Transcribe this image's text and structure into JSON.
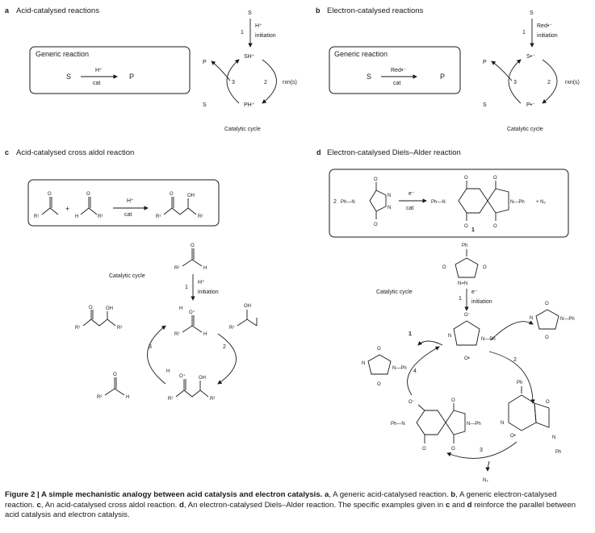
{
  "panels": {
    "a": {
      "letter": "a",
      "title": "Acid-catalysed reactions",
      "box_title": "Generic reaction",
      "reactant": "S",
      "product": "P",
      "reagent_above": "H⁺",
      "reagent_below": "cat",
      "cycle": {
        "start": "S",
        "step1_number": "1",
        "step1_reagent": "H⁺",
        "step1_label": "initiation",
        "top_species": "SH⁺",
        "bottom_species": "PH⁺",
        "out_product": "P",
        "in_substrate": "S",
        "step2_number": "2",
        "step2_label": "rxn(s)",
        "step3_number": "3",
        "caption": "Catalytic cycle"
      }
    },
    "b": {
      "letter": "b",
      "title": "Electron-catalysed reactions",
      "box_title": "Generic reaction",
      "reactant": "S",
      "product": "P",
      "reagent_above": "Red•⁻",
      "reagent_below": "cat",
      "cycle": {
        "start": "S",
        "step1_number": "1",
        "step1_reagent": "Red•⁻",
        "step1_label": "initiation",
        "top_species": "S•⁻",
        "bottom_species": "P•⁻",
        "out_product": "P",
        "in_substrate": "S",
        "step2_number": "2",
        "step2_label": "rxn(s)",
        "step3_number": "3",
        "caption": "Catalytic cycle"
      }
    },
    "c": {
      "letter": "c",
      "title": "Acid-catalysed cross aldol reaction",
      "reagent_above": "H⁺",
      "reagent_below": "cat",
      "plus": "+",
      "labels": {
        "r1": "R¹",
        "r2": "R²",
        "h": "H",
        "o": "O",
        "oh": "OH",
        "o_plus": "O⁺"
      },
      "cycle_caption": "Catalytic cycle",
      "step1_number": "1",
      "step1_reagent": "H⁺",
      "step1_label": "initiation",
      "step2_number": "2",
      "step3_number": "3"
    },
    "d": {
      "letter": "d",
      "title": "Electron-catalysed Diels–Alder reaction",
      "coefficient": "2",
      "ph": "Ph",
      "ph_bond": "Ph—N",
      "n_ph": "N—Ph",
      "plus_n2": "+ N₂",
      "n2": "N₂",
      "reagent_above": "e⁻",
      "reagent_below": "cat",
      "compound_number": "1",
      "cycle_caption": "Catalytic cycle",
      "step1_number": "1",
      "step1_reagent": "e⁻",
      "step1_label": "initiation",
      "step2_number": "2",
      "step3_number": "3",
      "step4_number": "4",
      "product_label": "1",
      "atoms": {
        "n": "N",
        "o": "O",
        "o_minus": "O⁻",
        "o_radical": "O•",
        "nn": "N=N"
      }
    }
  },
  "caption": {
    "lead": "Figure 2 | A simple mechanistic analogy between acid catalysis and electron catalysis.",
    "a_letter": "a",
    "a_text": ", A generic acid-catalysed reaction.",
    "b_letter": "b",
    "b_text": ", A generic electron-catalysed reaction.",
    "c_letter": "c",
    "c_text": ", An acid-catalysed cross aldol reaction.",
    "d_letter": "d",
    "d_text": ", An electron-catalysed Diels–Alder reaction. The specific examples given in",
    "c_ref": "c",
    "and_text": "and",
    "d_ref": "d",
    "end_text": "reinforce the parallel between acid catalysis and electron catalysis."
  }
}
